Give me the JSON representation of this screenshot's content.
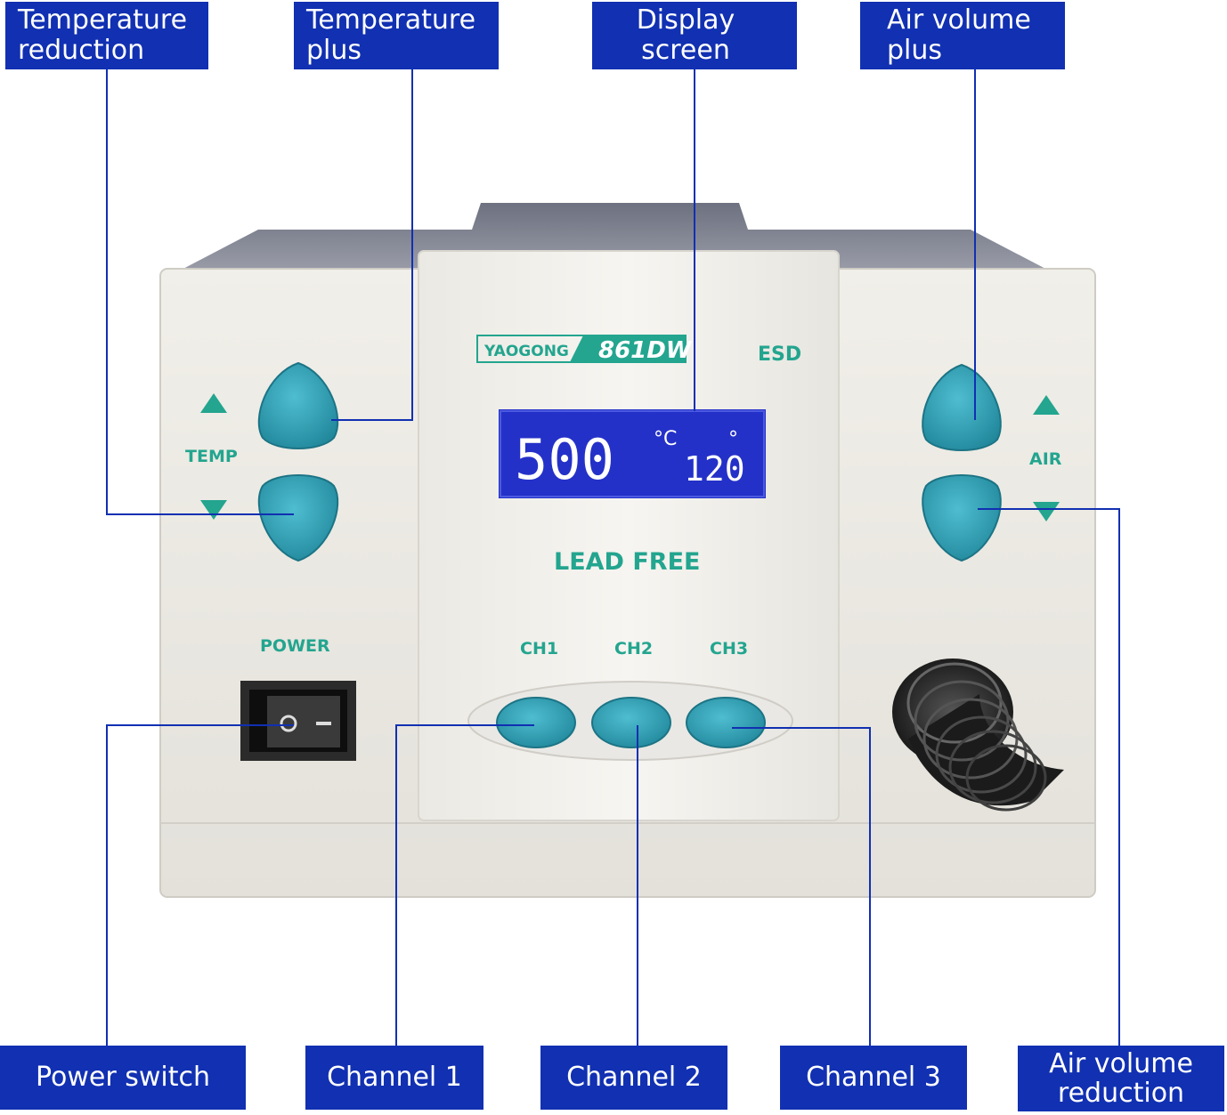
{
  "callouts": {
    "temp_reduction": "Temperature\nreduction",
    "temp_plus": "Temperature\nplus",
    "display_screen": "Display\nscreen",
    "air_plus": "Air volume\nplus",
    "power_switch": "Power switch",
    "channel_1": "Channel 1",
    "channel_2": "Channel 2",
    "channel_3": "Channel 3",
    "air_reduction": "Air volume\nreduction"
  },
  "device": {
    "brand": "YAOGONG",
    "model": "861DW",
    "esd": "ESD",
    "lead_free": "LEAD FREE",
    "temp_label": "TEMP",
    "air_label": "AIR",
    "power_label": "POWER",
    "ch1": "CH1",
    "ch2": "CH2",
    "ch3": "CH3",
    "display": {
      "temperature": "500",
      "temp_unit": "°C",
      "air": "120",
      "air_unit": "°"
    }
  },
  "colors": {
    "label_bg": "#1130b2",
    "button": "#2f9fb5",
    "display_bg": "#2431c8",
    "accent_text": "#23a58f",
    "leader_line": "#1130b2"
  },
  "icons": [
    "triangle-up-icon",
    "triangle-down-icon",
    "rocker-switch-icon",
    "air-hose-icon"
  ]
}
